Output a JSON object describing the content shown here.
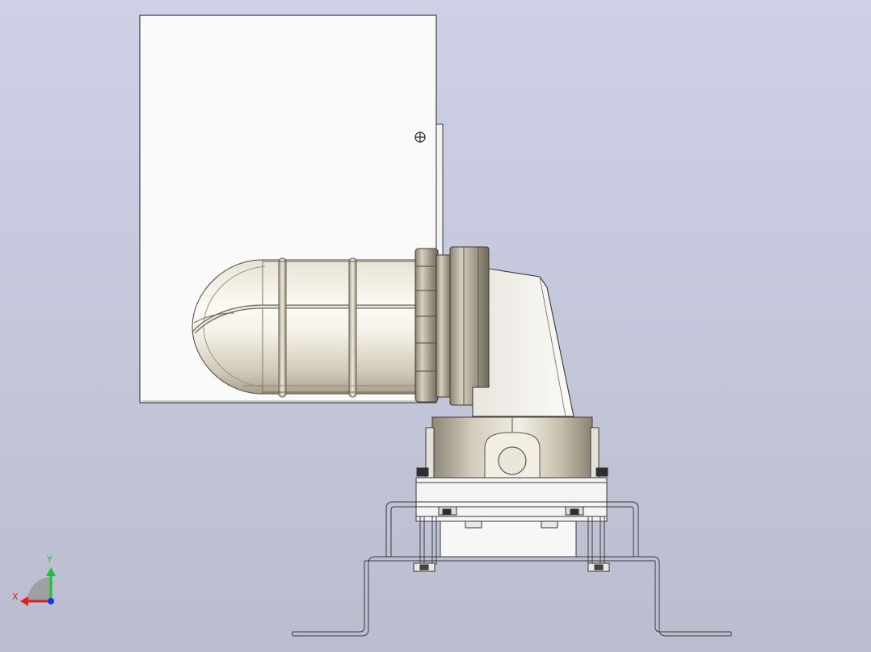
{
  "view": {
    "background_top": "#ced0e6",
    "background_bottom": "#bbbdcf"
  },
  "model": {
    "parts": [
      "rectangular-shield-panel",
      "caged-vapor-tight-light-fixture",
      "glass-globe",
      "guard-cage",
      "threaded-collar",
      "angled-mount-arm",
      "junction-box",
      "mounting-bracket",
      "base-plate"
    ],
    "colors": {
      "panel_fill": "#fafafa",
      "edge_lines": "#3a3a3a",
      "metal_tan": "#c9c2b2",
      "metal_dark": "#7d7668"
    }
  },
  "triad": {
    "x_label": "X",
    "y_label": "Y",
    "x_color": "#e02020",
    "y_color": "#1fbf3c",
    "z_color": "#2030e0"
  }
}
